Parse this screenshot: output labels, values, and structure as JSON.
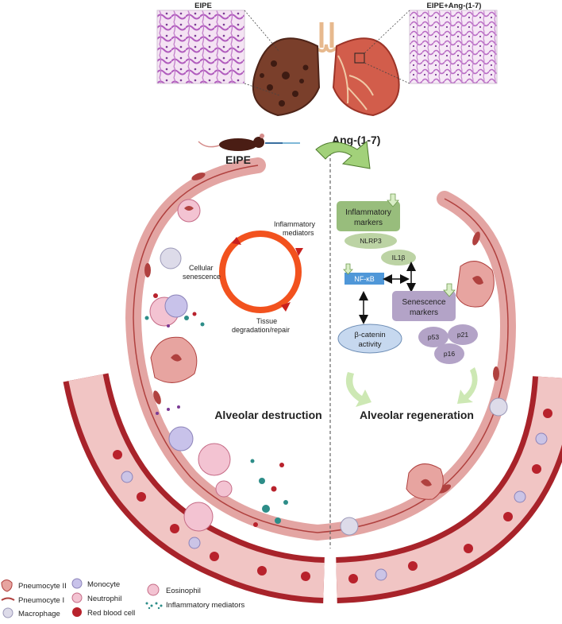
{
  "histology": {
    "left_label": "EIPE",
    "right_label": "EIPE+Ang-(1-7)"
  },
  "left_panel": {
    "model_label": "EIPE",
    "cycle": {
      "inflammatory_mediators": [
        "Inflammatory",
        "mediators"
      ],
      "cellular_senescence": [
        "Cellular",
        "senescence"
      ],
      "tissue_degradation": [
        "Tissue",
        "degradation/repair"
      ]
    },
    "title": "Alveolar destruction"
  },
  "right_panel": {
    "treatment_label": "Ang-(1-7)",
    "inflammatory_markers": [
      "Inflammatory",
      "markers"
    ],
    "nlrp3": "NLRP3",
    "il1b": "IL1β",
    "nfkb": "NF-κB",
    "senescence_markers": [
      "Senescence",
      "markers"
    ],
    "beta_catenin": [
      "β-catenin",
      "activity"
    ],
    "p53": "p53",
    "p21": "p21",
    "p16": "p16",
    "title": "Alveolar regeneration"
  },
  "legend": {
    "pneumocyte_ii": "Pneumocyte II",
    "pneumocyte_i": "Pneumocyte I",
    "macrophage": "Macrophage",
    "monocyte": "Monocyte",
    "neutrophil": "Neutrophil",
    "red_blood_cell": "Red blood cell",
    "eosinophil": "Eosinophil",
    "inflammatory_mediators": "Inflammatory mediators"
  },
  "colors": {
    "tissue": "#e3a5a3",
    "tissue_dark": "#b0413f",
    "vessel": "#a8232a",
    "vessel_lumen": "#f1c5c4",
    "cycle": "#f2521e",
    "cycle_arrow": "#c8201e",
    "green_box": "#98bd7c",
    "nlrp3_oval": "#bcd3a4",
    "purple_box": "#b3a3c7",
    "nfkb": "#4f97d8",
    "bcat": "#c6d8ef"
  }
}
